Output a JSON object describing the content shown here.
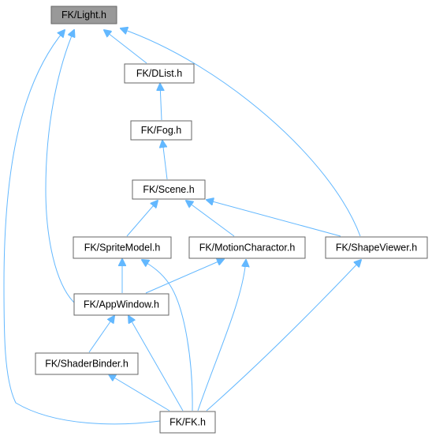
{
  "nodes": [
    {
      "id": "light",
      "label": "FK/Light.h",
      "highlight": true
    },
    {
      "id": "dlist",
      "label": "FK/DList.h"
    },
    {
      "id": "fog",
      "label": "FK/Fog.h"
    },
    {
      "id": "scene",
      "label": "FK/Scene.h"
    },
    {
      "id": "spritemodel",
      "label": "FK/SpriteModel.h"
    },
    {
      "id": "motioncharactor",
      "label": "FK/MotionCharactor.h"
    },
    {
      "id": "shapeviewer",
      "label": "FK/ShapeViewer.h"
    },
    {
      "id": "appwindow",
      "label": "FK/AppWindow.h"
    },
    {
      "id": "shaderbinder",
      "label": "FK/ShaderBinder.h"
    },
    {
      "id": "fk",
      "label": "FK/FK.h"
    }
  ],
  "edges": [
    {
      "from": "dlist",
      "to": "light"
    },
    {
      "from": "shapeviewer",
      "to": "light"
    },
    {
      "from": "appwindow",
      "to": "light"
    },
    {
      "from": "fk",
      "to": "light"
    },
    {
      "from": "fog",
      "to": "dlist"
    },
    {
      "from": "scene",
      "to": "fog"
    },
    {
      "from": "spritemodel",
      "to": "scene"
    },
    {
      "from": "motioncharactor",
      "to": "scene"
    },
    {
      "from": "shapeviewer",
      "to": "scene"
    },
    {
      "from": "appwindow",
      "to": "spritemodel"
    },
    {
      "from": "fk",
      "to": "spritemodel"
    },
    {
      "from": "appwindow",
      "to": "motioncharactor"
    },
    {
      "from": "fk",
      "to": "motioncharactor"
    },
    {
      "from": "fk",
      "to": "shapeviewer"
    },
    {
      "from": "shaderbinder",
      "to": "appwindow"
    },
    {
      "from": "fk",
      "to": "appwindow"
    },
    {
      "from": "fk",
      "to": "shaderbinder"
    }
  ],
  "colors": {
    "edge": "#63b8ff",
    "node_border": "#666666",
    "highlight_fill": "#999999"
  }
}
